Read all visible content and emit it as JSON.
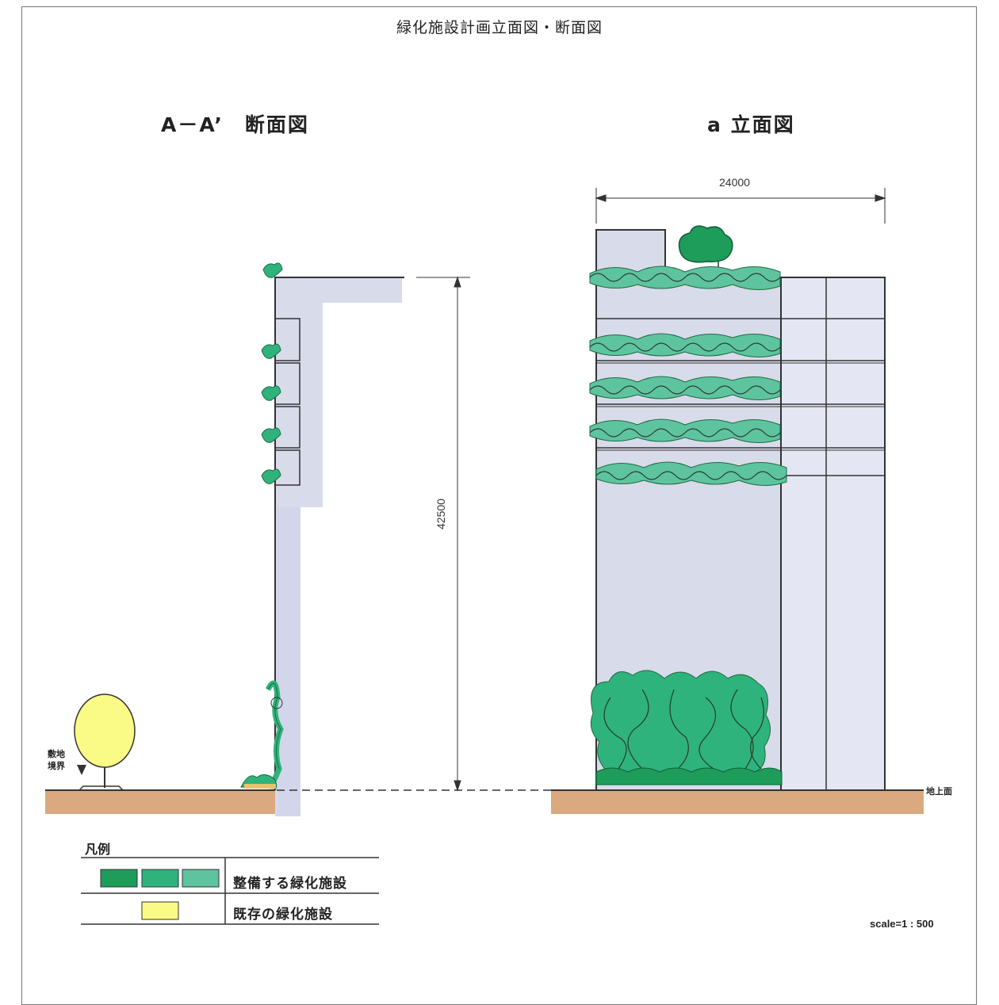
{
  "title": "緑化施設計画立面図・断面図",
  "section": {
    "heading": "A－A’　断面図",
    "boundary_label_line1": "敷地",
    "boundary_label_line2": "境界"
  },
  "elevation": {
    "heading": "a 立面図",
    "width_dimension": "24000"
  },
  "height_dimension": "42500",
  "ground_label": "地上面",
  "legend": {
    "title": "凡例",
    "new_planting": "整備する緑化施設",
    "existing_planting": "既存の緑化施設"
  },
  "scale": "scale=1 : 500",
  "colors": {
    "building": "#d8dbea",
    "ground": "#dba97f",
    "green_dark": "#1e9c5a",
    "green_mid": "#2fb37c",
    "green_light": "#5ec4a0",
    "existing_tree": "#fafa86"
  }
}
